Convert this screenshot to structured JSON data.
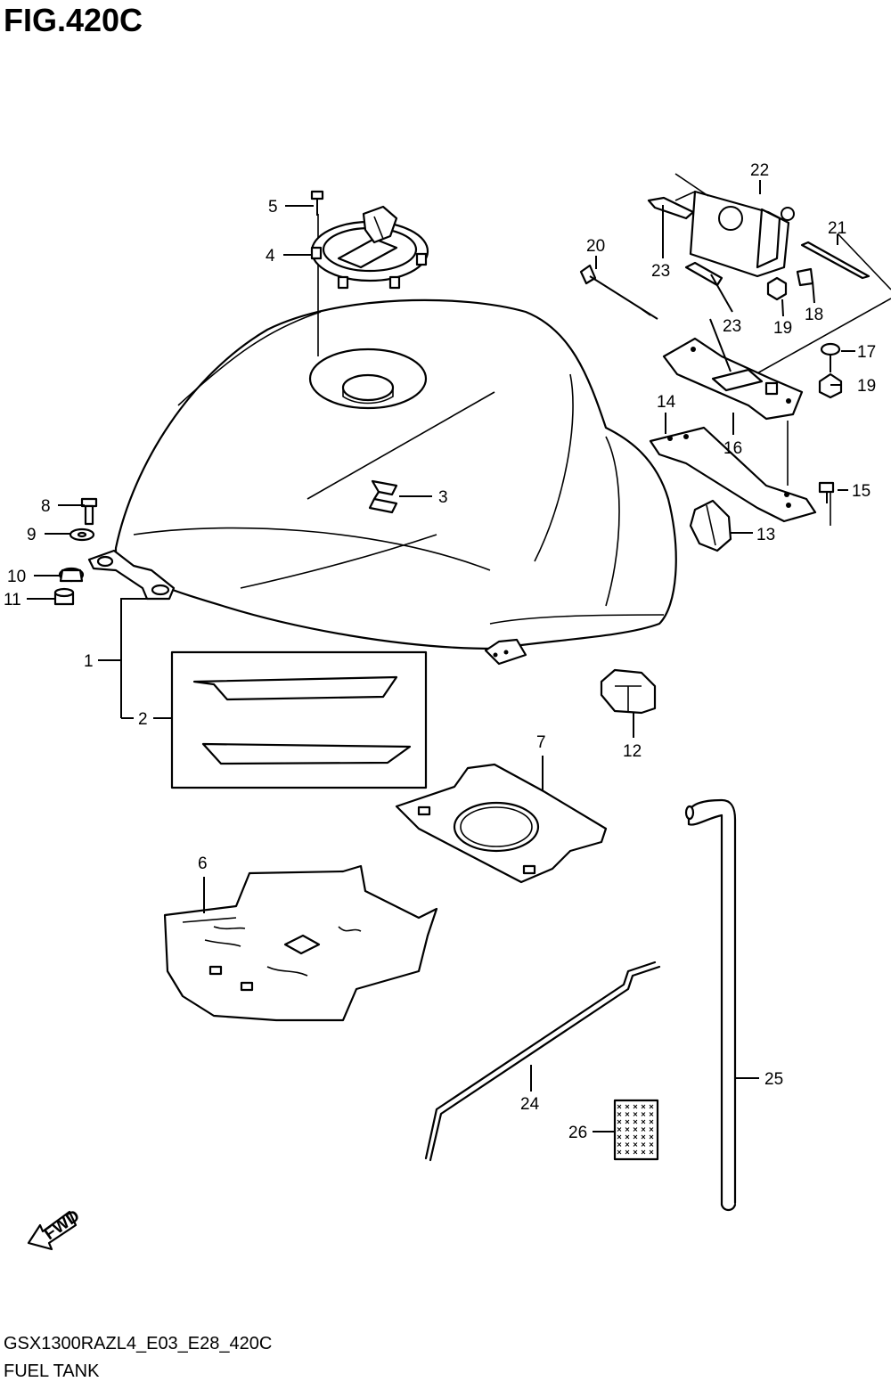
{
  "header": {
    "title": "FIG.420C"
  },
  "footer": {
    "model_code": "GSX1300RAZL4_E03_E28_420C",
    "diagram_name": "FUEL TANK"
  },
  "fwd_arrow": {
    "label": "FWD"
  },
  "callouts": [
    {
      "id": "c1",
      "number": "1"
    },
    {
      "id": "c2",
      "number": "2"
    },
    {
      "id": "c3",
      "number": "3"
    },
    {
      "id": "c4",
      "number": "4"
    },
    {
      "id": "c5",
      "number": "5"
    },
    {
      "id": "c6",
      "number": "6"
    },
    {
      "id": "c7",
      "number": "7"
    },
    {
      "id": "c8",
      "number": "8"
    },
    {
      "id": "c9",
      "number": "9"
    },
    {
      "id": "c10",
      "number": "10"
    },
    {
      "id": "c11",
      "number": "11"
    },
    {
      "id": "c12",
      "number": "12"
    },
    {
      "id": "c13",
      "number": "13"
    },
    {
      "id": "c14",
      "number": "14"
    },
    {
      "id": "c15",
      "number": "15"
    },
    {
      "id": "c16",
      "number": "16"
    },
    {
      "id": "c17",
      "number": "17"
    },
    {
      "id": "c18",
      "number": "18"
    },
    {
      "id": "c19a",
      "number": "19"
    },
    {
      "id": "c19b",
      "number": "19"
    },
    {
      "id": "c20",
      "number": "20"
    },
    {
      "id": "c21",
      "number": "21"
    },
    {
      "id": "c22",
      "number": "22"
    },
    {
      "id": "c23a",
      "number": "23"
    },
    {
      "id": "c23b",
      "number": "23"
    },
    {
      "id": "c24",
      "number": "24"
    },
    {
      "id": "c25",
      "number": "25"
    },
    {
      "id": "c26",
      "number": "26"
    }
  ]
}
